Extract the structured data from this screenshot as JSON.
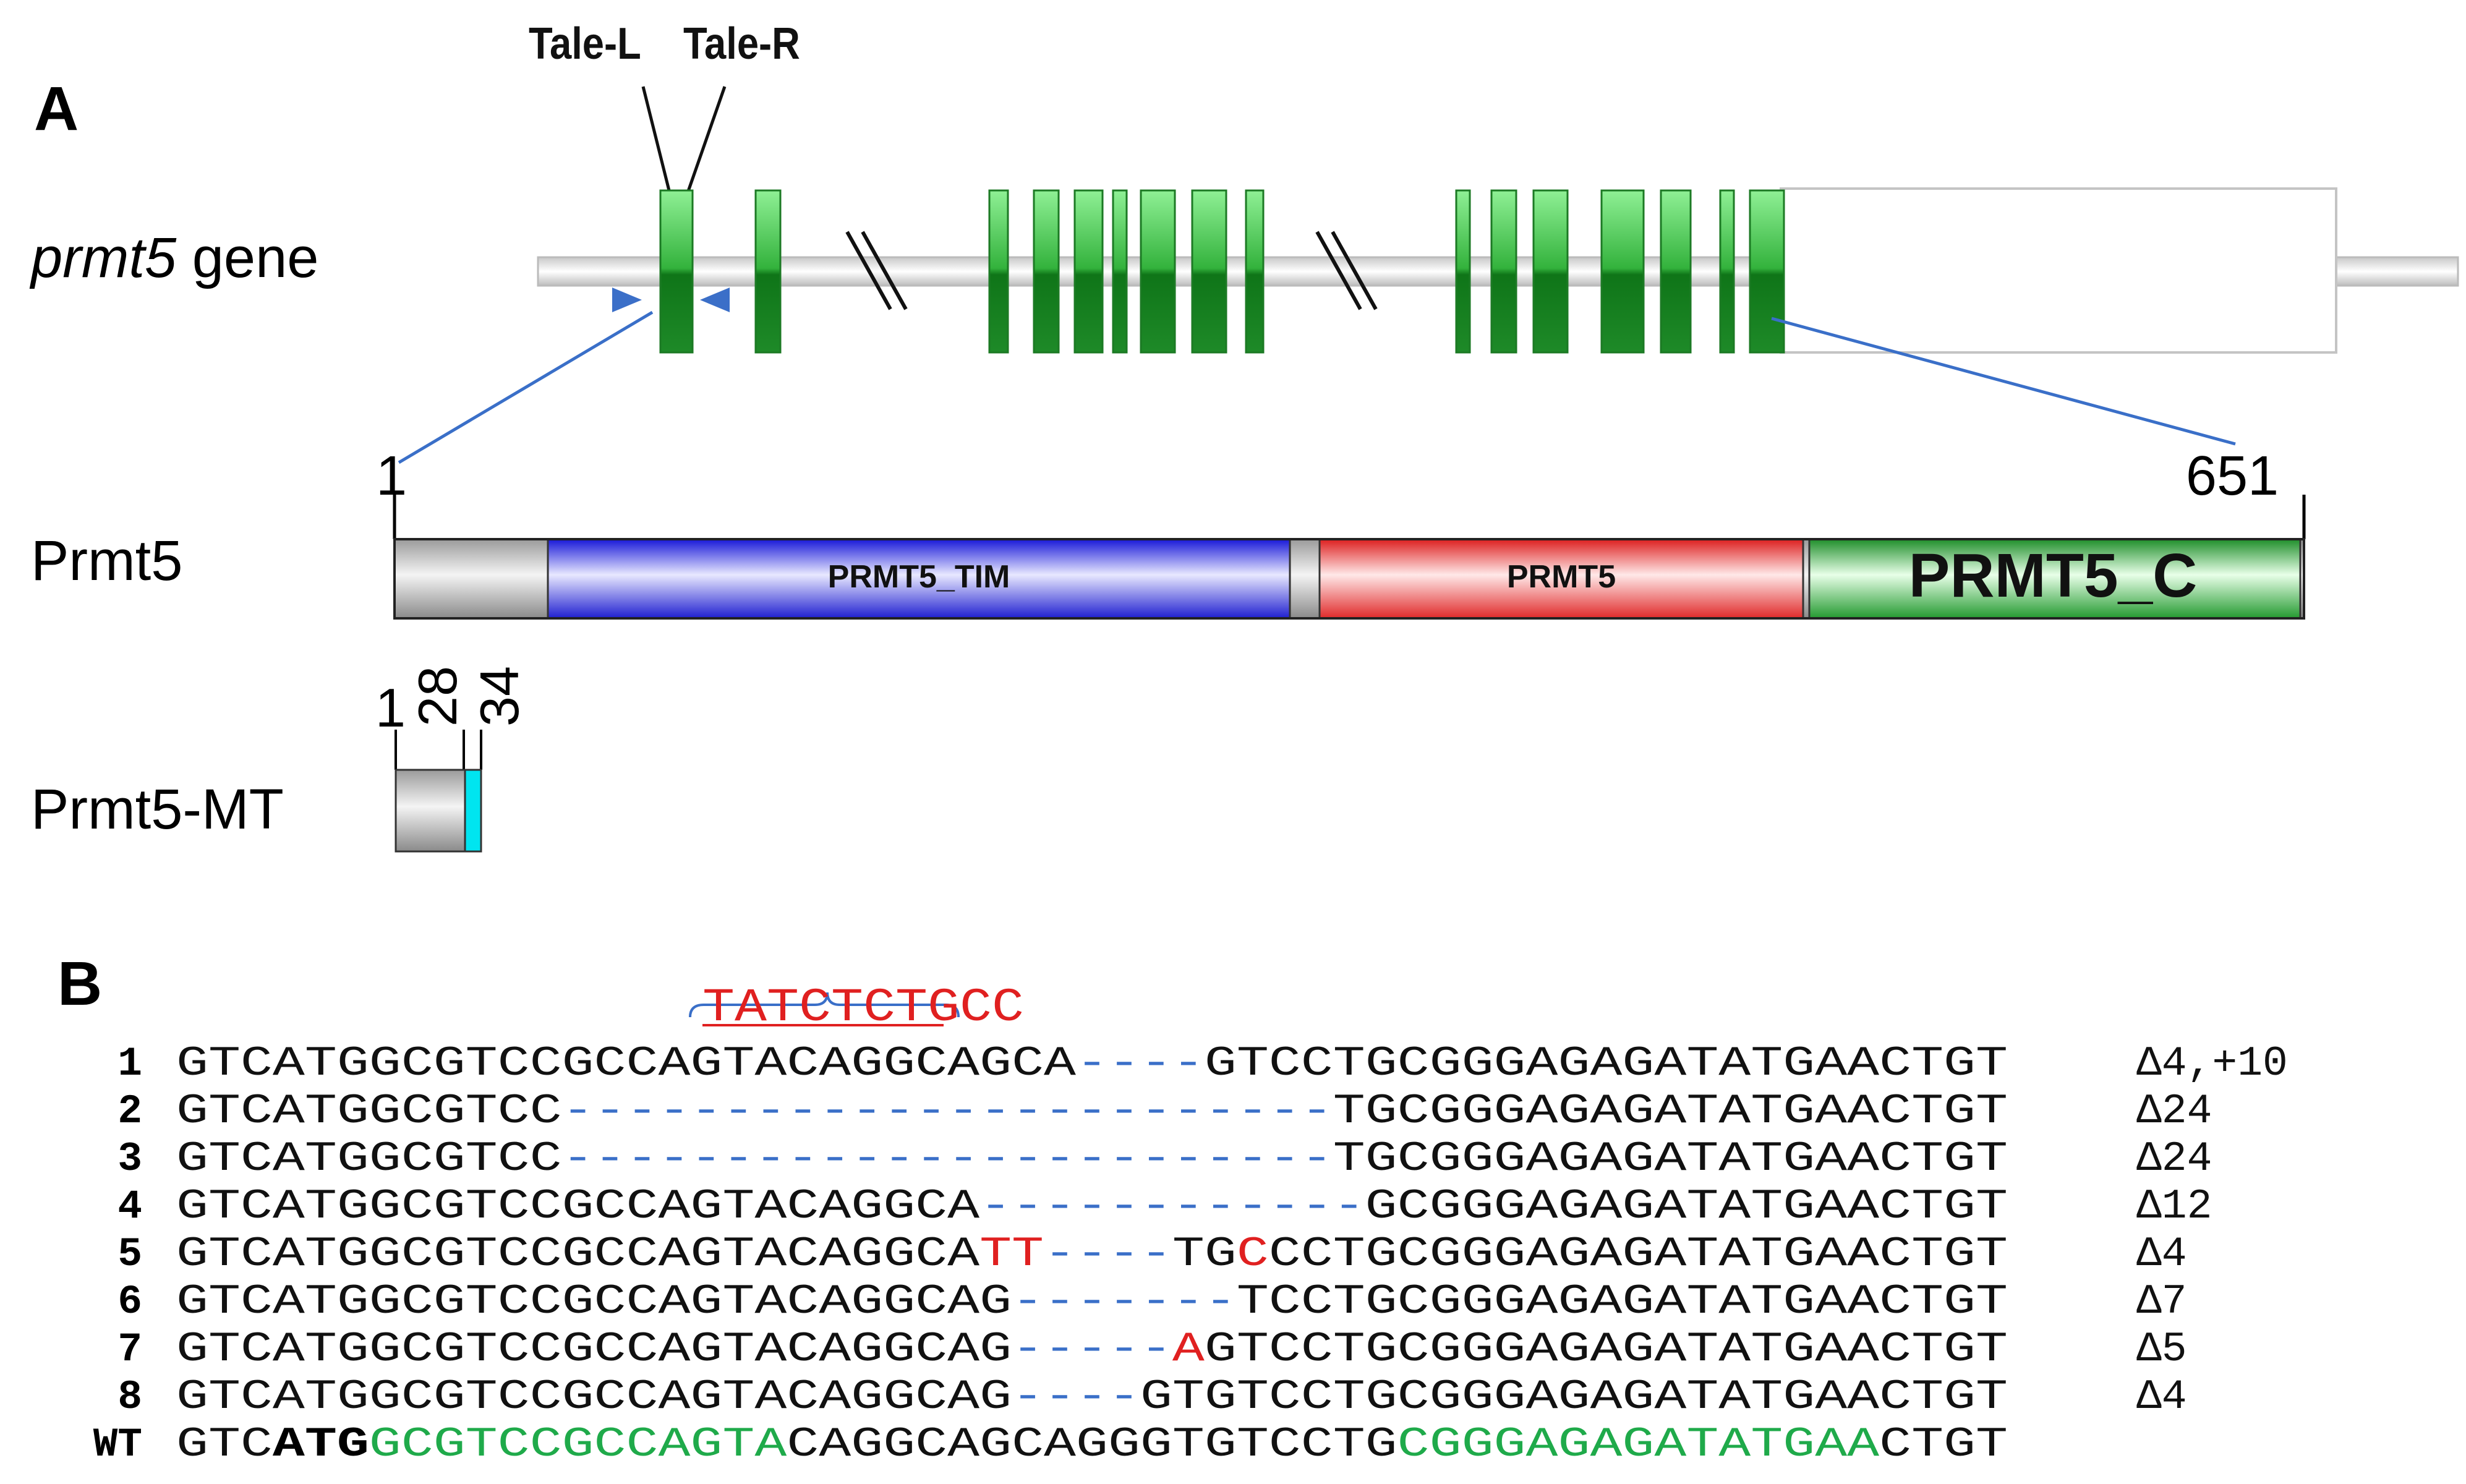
{
  "panel_a": {
    "label": "A",
    "tale_left": "Tale-L",
    "tale_right": "Tale-R",
    "gene_label_italic": "prmt5",
    "gene_label_rest": " gene",
    "protein_label": "Prmt5",
    "protein_start": "1",
    "protein_end": "651",
    "domains": {
      "tim": "PRMT5_TIM",
      "mid": "PRMT5",
      "c": "PRMT5_C"
    },
    "mutant_label": "Prmt5-MT",
    "mutant_ticks": [
      "1",
      "28",
      "34"
    ],
    "colors": {
      "exon": "#2a9a35",
      "tim_domain": "#2e2ee8",
      "prmt5_domain": "#e83333",
      "c_domain": "#2e9e38",
      "mutant_tail": "#00e5f0",
      "connector": "#3a6fc8"
    }
  },
  "panel_b": {
    "label": "B",
    "insertion": "TATCTCTGCC",
    "rows": [
      {
        "id": "1",
        "delta": "Δ4,+10"
      },
      {
        "id": "2",
        "delta": "Δ24"
      },
      {
        "id": "3",
        "delta": "Δ24"
      },
      {
        "id": "4",
        "delta": "Δ12"
      },
      {
        "id": "5",
        "delta": "Δ4"
      },
      {
        "id": "6",
        "delta": "Δ7"
      },
      {
        "id": "7",
        "delta": "Δ5"
      },
      {
        "id": "8",
        "delta": "Δ4"
      },
      {
        "id": "WT",
        "delta": ""
      }
    ],
    "seq": {
      "r1": {
        "a": "GTCATGGCGTCCGCCAGTACAGGCAGCA",
        "gap": "----",
        "b": "GTCCTGCGGGAGAGATATGAACTGT"
      },
      "r2": {
        "a": "GTCATGGCGTCC",
        "gap": "------------------------",
        "b": "TGCGGGAGAGATATGAACTGT"
      },
      "r3": {
        "a": "GTCATGGCGTCC",
        "gap": "------------------------",
        "b": "TGCGGGAGAGATATGAACTGT"
      },
      "r4": {
        "a": "GTCATGGCGTCCGCCAGTACAGGCA",
        "gap": "------------",
        "b": "GCGGGAGAGATATGAACTGT"
      },
      "r5": {
        "a": "GTCATGGCGTCCGCCAGTACAGGCA",
        "ins1": "TT",
        "gap": "----",
        "b1": "TG",
        "ins2": "C",
        "b2": "CCTGCGGGAGAGATATGAACTGT"
      },
      "r6": {
        "a": "GTCATGGCGTCCGCCAGTACAGGCAG",
        "gap": "-------",
        "b": "TCCTGCGGGAGAGATATGAACTGT"
      },
      "r7": {
        "a": "GTCATGGCGTCCGCCAGTACAGGCAG",
        "gap": "-----",
        "ins": "A",
        "b": "GTCCTGCGGGAGAGATATGAACTGT"
      },
      "r8": {
        "a": "GTCATGGCGTCCGCCAGTACAGGCAG",
        "gap": "----",
        "b": "GTGTCCTGCGGGAGAGATATGAACTGT"
      },
      "wt": {
        "p1": "GTC",
        "start": "ATG",
        "tale_l": "GCGTCCGCCAGTA",
        "spacer": "CAGGCAGCAGGGTGTCCTG",
        "tale_r": "CGGGAGAGATATGAA",
        "end": "CTGT"
      }
    },
    "colors": {
      "insertion": "#e02020",
      "gap": "#3a6fc8",
      "tale_site": "#1faa4a"
    }
  }
}
